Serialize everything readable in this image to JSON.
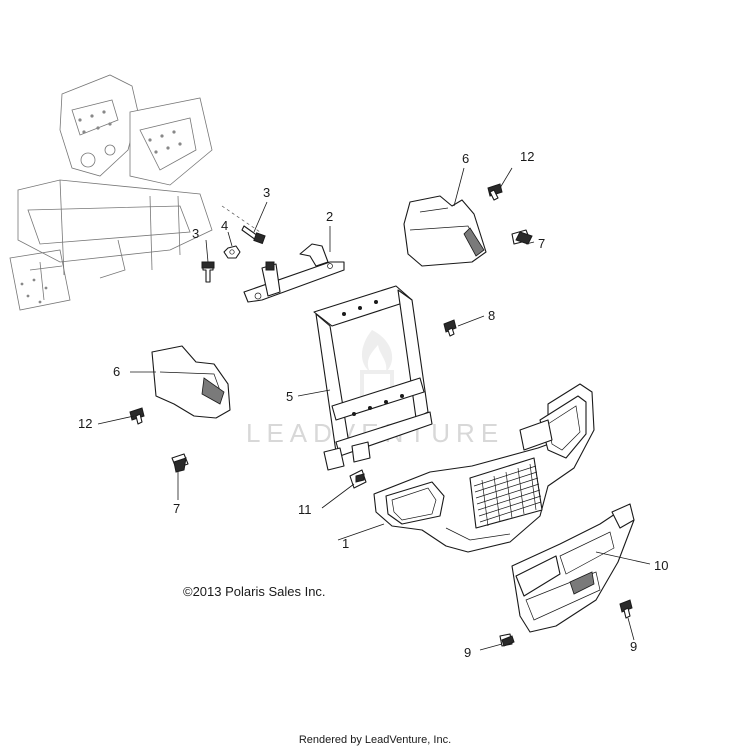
{
  "diagram": {
    "watermark": "LEADVENTURE",
    "copyright": "©2013 Polaris Sales Inc.",
    "footer": "Rendered by LeadVenture, Inc.",
    "callouts": [
      "1",
      "2",
      "3",
      "3",
      "4",
      "5",
      "6",
      "6",
      "7",
      "7",
      "8",
      "9",
      "9",
      "10",
      "11",
      "12",
      "12"
    ]
  }
}
